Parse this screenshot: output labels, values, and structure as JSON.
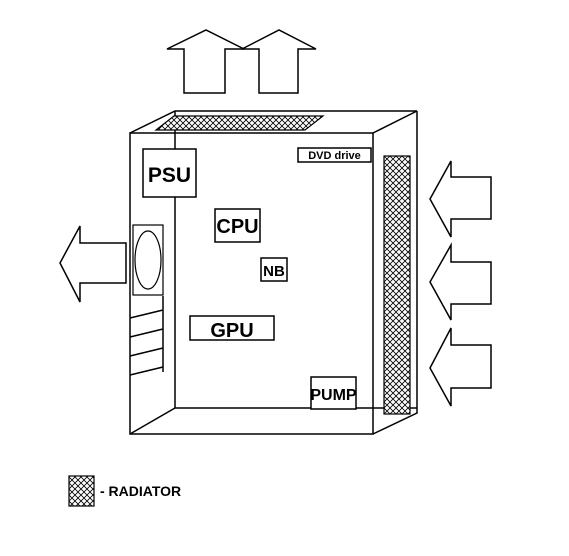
{
  "components": {
    "psu": "PSU",
    "dvd": "DVD drive",
    "cpu": "CPU",
    "nb": "NB",
    "gpu": "GPU",
    "pump": "PUMP"
  },
  "legend": {
    "label": "- RADIATOR"
  }
}
